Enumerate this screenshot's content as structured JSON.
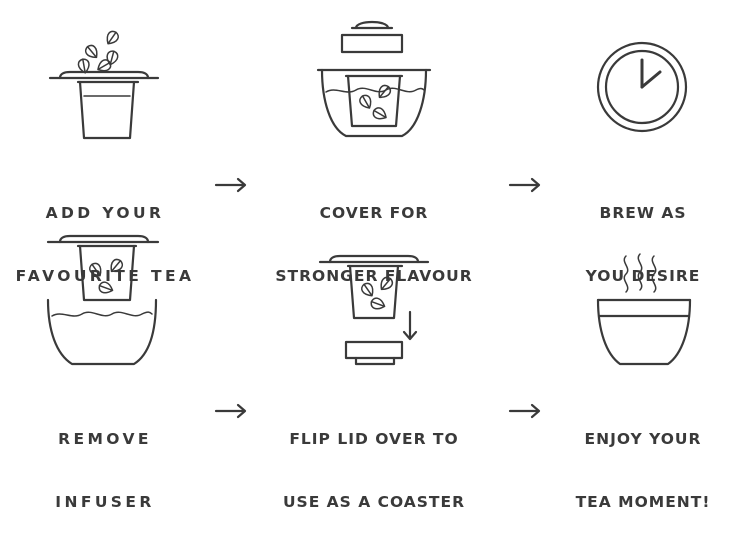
{
  "steps": [
    {
      "icon": "leaves-dropping-into-infuser-icon",
      "line1": "ADD YOUR",
      "line2": "FAVOURITE TEA"
    },
    {
      "icon": "covered-cup-with-infuser-icon",
      "line1": "COVER FOR",
      "line2": "STRONGER FLAVOUR"
    },
    {
      "icon": "clock-icon",
      "line1": "BREW AS",
      "line2": "YOU DESIRE"
    },
    {
      "icon": "lifting-infuser-out-of-cup-icon",
      "line1": "REMOVE",
      "line2": "INFUSER"
    },
    {
      "icon": "infuser-on-flipped-lid-icon",
      "line1": "FLIP LID OVER TO",
      "line2": "USE AS A COASTER"
    },
    {
      "icon": "steaming-tea-cup-icon",
      "line1": "ENJOY YOUR",
      "line2": "TEA MOMENT!"
    }
  ],
  "colors": {
    "ink": "#3a3a3a",
    "background": "#ffffff"
  }
}
